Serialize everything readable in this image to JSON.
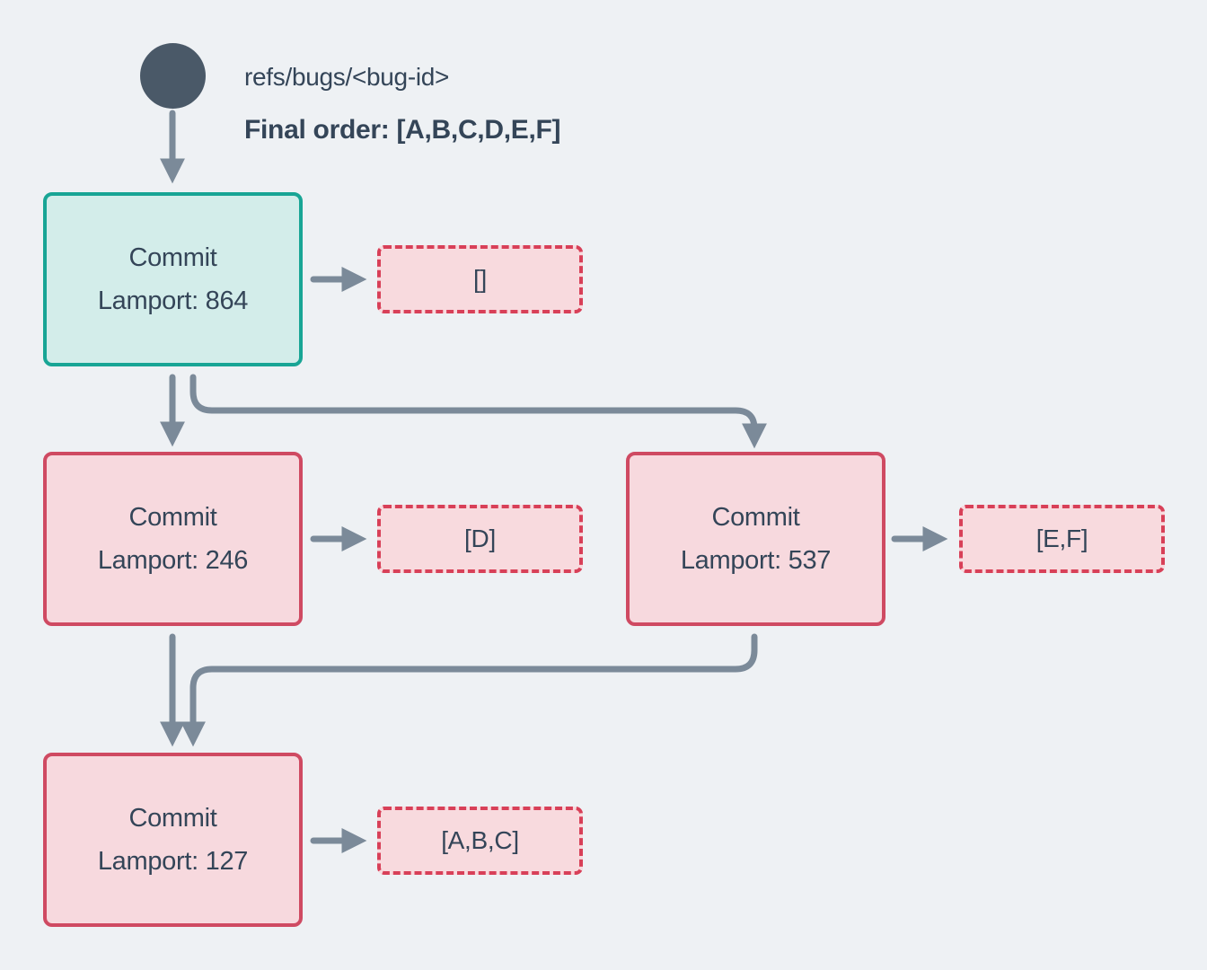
{
  "header": {
    "ref": "refs/bugs/<bug-id>",
    "final_order": "Final order: [A,B,C,D,E,F]"
  },
  "commits": [
    {
      "id": "commit-864",
      "title": "Commit",
      "lamport": "Lamport: 864",
      "bugs": "[]",
      "variant": "teal"
    },
    {
      "id": "commit-246",
      "title": "Commit",
      "lamport": "Lamport: 246",
      "bugs": "[D]",
      "variant": "pink"
    },
    {
      "id": "commit-537",
      "title": "Commit",
      "lamport": "Lamport: 537",
      "bugs": "[E,F]",
      "variant": "pink"
    },
    {
      "id": "commit-127",
      "title": "Commit",
      "lamport": "Lamport: 127",
      "bugs": "[A,B,C]",
      "variant": "pink"
    }
  ],
  "colors": {
    "bg": "#eef1f4",
    "ink": "#344558",
    "dot": "#4a5968",
    "arrow": "#7b8a99",
    "teal-border": "#18a595",
    "teal-fill": "#d3edea",
    "pink-border": "#cf4a62",
    "pink-fill": "#f7d9de",
    "dash-border": "#d84058",
    "dash-fill": "#f8dade"
  }
}
